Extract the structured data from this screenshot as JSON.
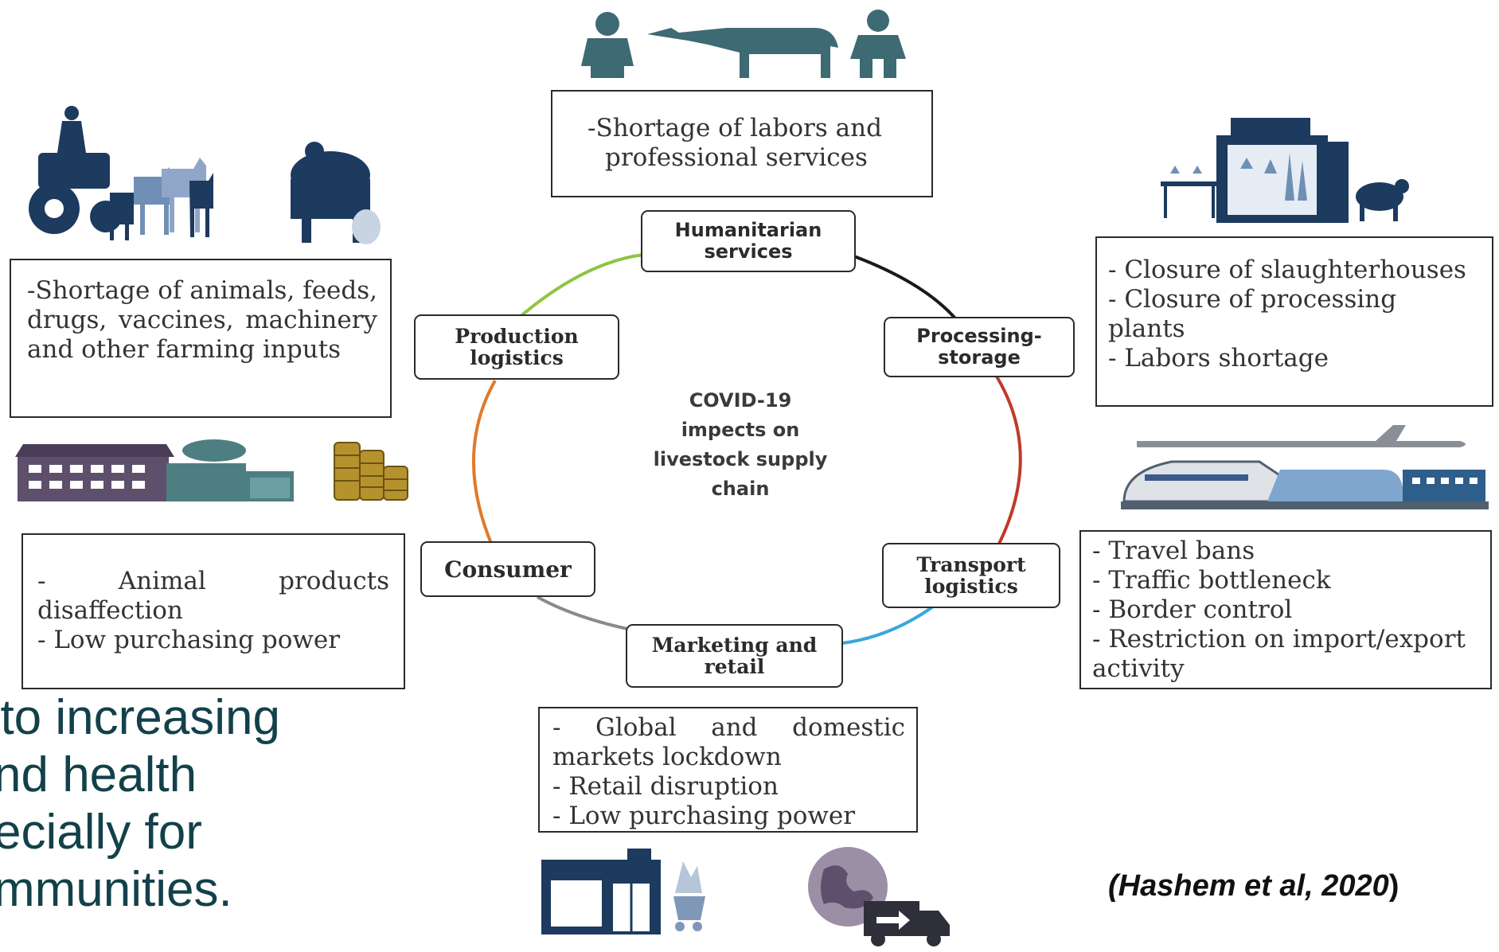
{
  "center": {
    "lines": [
      "COVID-19",
      "impects on",
      "livestock supply",
      "chain"
    ]
  },
  "nodes": {
    "humanitarian": [
      "Humanitarian",
      "services"
    ],
    "processing": [
      "Processing-",
      "storage"
    ],
    "transport": [
      "Transport",
      "logistics"
    ],
    "marketing": [
      "Marketing and",
      "retail"
    ],
    "consumer": [
      "Consumer"
    ],
    "production": [
      "Production",
      "logistics"
    ]
  },
  "boxes": {
    "humanitarian": [
      "-Shortage of labors and",
      "professional services"
    ],
    "production": "-Shortage of animals, feeds, drugs, vaccines, machinery and other farming inputs",
    "processing": [
      "- Closure of slaughterhouses",
      "- Closure of processing plants",
      "- Labors shortage"
    ],
    "transport": [
      "- Travel bans",
      "- Traffic bottleneck",
      "- Border control",
      "- Restriction on import/export activity"
    ],
    "marketing": [
      "- Global and domestic markets lockdown",
      "- Retail disruption",
      "- Low purchasing power"
    ],
    "consumer": [
      "- Animal products disaffection",
      "- Low purchasing power"
    ]
  },
  "slide_text": {
    "lines": [
      "t to increasing",
      "nd health",
      "ecially for",
      "mmunities."
    ]
  },
  "citation": {
    "italic": "(Hashem et al, 2020",
    "close": ")"
  },
  "colors": {
    "arc_green": "#8cc63f",
    "arc_black": "#1a1a1a",
    "arc_red": "#c0392b",
    "arc_blue": "#3aa7dc",
    "arc_gray": "#8a8a8a",
    "arc_orange": "#e07a2a",
    "icon_navy": "#1d3a5f",
    "icon_teal": "#4d7f82",
    "slide_text": "#13414a"
  },
  "icons": [
    "farmer-cow-farmer-icon",
    "tractor-goats-icon",
    "cows-icon",
    "warehouse-icon",
    "coins-icon",
    "slaughterhouse-icon",
    "plane-train-ship-icon",
    "supermarket-icon",
    "globe-truck-icon"
  ]
}
